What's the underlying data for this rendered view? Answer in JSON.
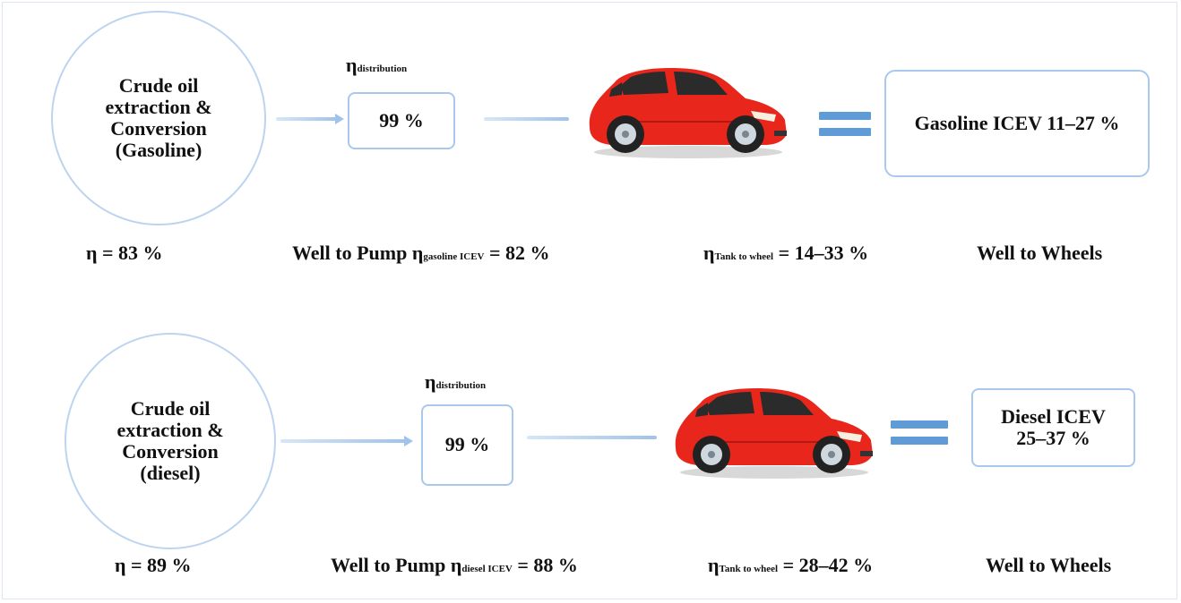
{
  "rows": [
    {
      "circle_lines": [
        "Crude oil",
        "extraction &",
        "Conversion",
        "(Gasoline)"
      ],
      "distribution_symbol": "η",
      "distribution_sub": "distribution",
      "distribution_value": "99 %",
      "result": "Gasoline ICEV 11–27 %",
      "eta_extraction": "η = 83 %",
      "wtp_prefix": "Well to Pump η",
      "wtp_sub": "gasoline ICEV",
      "wtp_value": "= 82 %",
      "ttw_symbol": "η",
      "ttw_sub": "Tank to wheel",
      "ttw_value": "= 14–33 %",
      "wtw": "Well to Wheels"
    },
    {
      "circle_lines": [
        "Crude oil",
        "extraction &",
        "Conversion",
        "(diesel)"
      ],
      "distribution_symbol": "η",
      "distribution_sub": "distribution",
      "distribution_value": "99 %",
      "result": "Diesel ICEV\n25–37 %",
      "eta_extraction": "η = 89 %",
      "wtp_prefix": "Well to Pump η",
      "wtp_sub": "diesel ICEV",
      "wtp_value": "= 88 %",
      "ttw_symbol": "η",
      "ttw_sub": "Tank to wheel",
      "ttw_value": "= 28–42 %",
      "wtw": "Well to Wheels"
    }
  ],
  "icons": {
    "vehicle": "red-hatchback-car-icon",
    "equals": "equals-sign-icon"
  },
  "colors": {
    "car_body": "#e8261b",
    "line": "#9fc3ea",
    "equals": "#5f9bd7",
    "border": "#a9c8ec"
  }
}
